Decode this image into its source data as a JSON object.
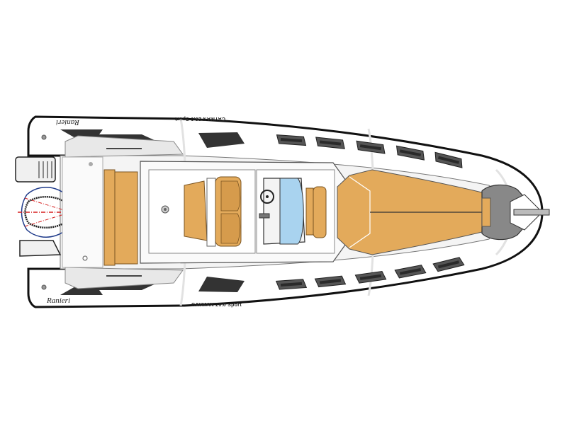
{
  "diagram": {
    "title": "Boat deck plan (top view)",
    "view": "top",
    "orientation": "bow-right"
  },
  "branding": {
    "brand_name": "Ranieri",
    "model_name_top": "CAYMAN 26.0 Sport",
    "model_name_bottom": "CAYMAN 26.0 Sport"
  },
  "colors": {
    "background": "#ffffff",
    "hull_fill": "#ffffff",
    "hull_outline": "#111111",
    "teak_deck": "#e3aa5b",
    "teak_dark": "#c48a3c",
    "graphic_dark": "#333333",
    "vent_grey": "#555555",
    "windscreen_blue": "#a9d3ef",
    "steering_arc": "#1e3a8a",
    "steering_centerline": "#d61f1f",
    "light_grey": "#e6e6e6",
    "mid_grey": "#bdbdbd"
  },
  "components": {
    "stern_sundeck": "stern sundeck pad",
    "aft_bench": "aft bench seat",
    "console_seat": "console seat",
    "console": "steering console",
    "helm": "steering wheel",
    "windscreen": "windscreen",
    "front_console_seat": "front console cushion",
    "bow_sundeck": "bow sundeck",
    "bow_locker": "bow anchor locker",
    "outboard": "outboard engine",
    "boarding_ladder": "boarding ladder"
  },
  "counts": {
    "tube_vents_per_side": 5
  }
}
